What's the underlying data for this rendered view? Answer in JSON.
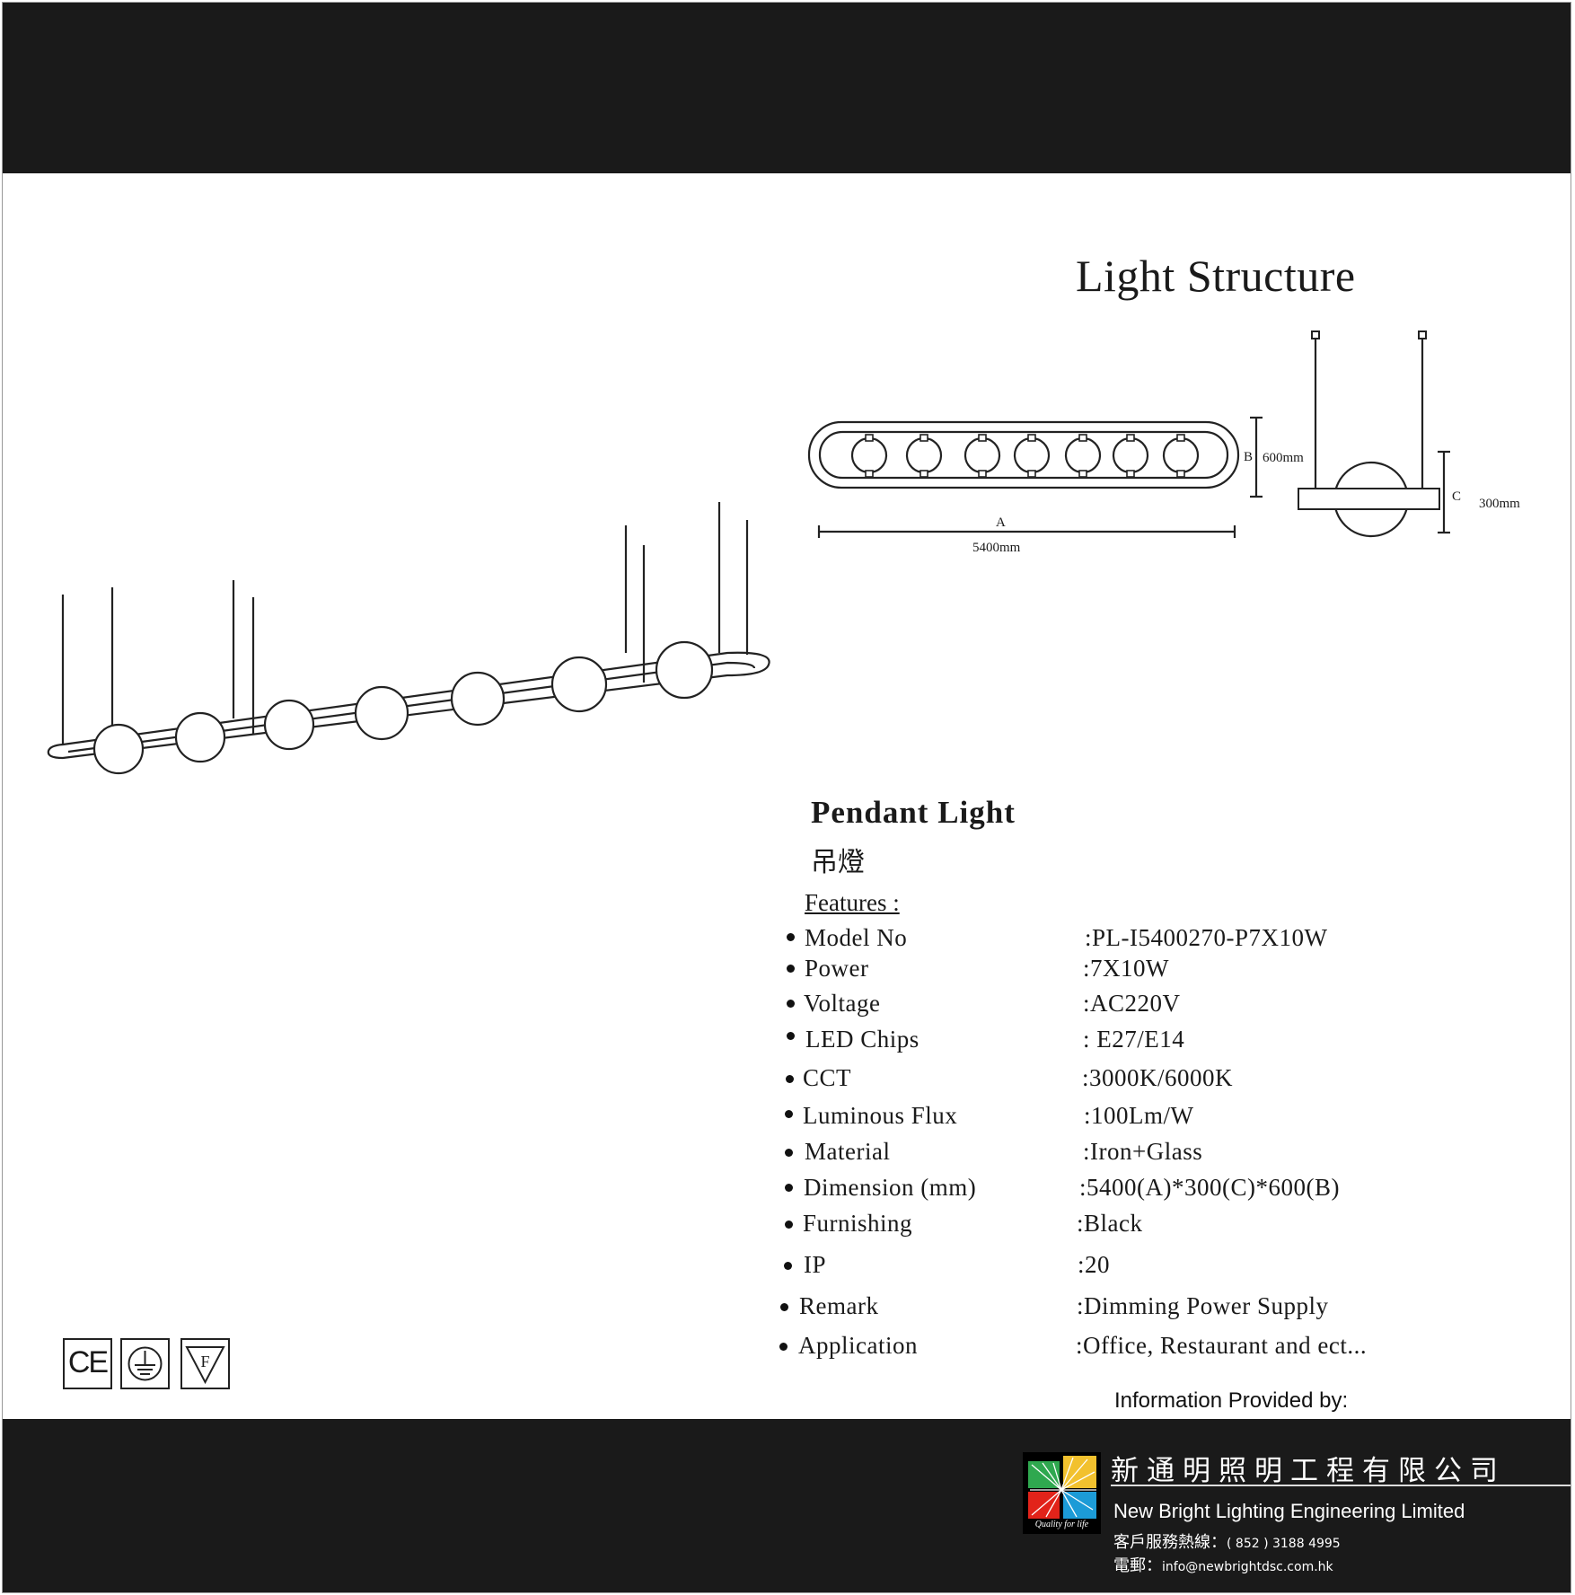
{
  "structure": {
    "title": "Light Structure",
    "dim_a_letter": "A",
    "dim_a_value": "5400mm",
    "dim_b_letter": "B",
    "dim_b_value": "600mm",
    "dim_c_letter": "C",
    "dim_c_value": "300mm"
  },
  "product": {
    "title": "Pendant Light",
    "title_zh": "吊燈",
    "features_heading": "Features :"
  },
  "specs": [
    {
      "label": "Model No",
      "value": ":PL-I5400270-P7X10W"
    },
    {
      "label": "Power",
      "value": ":7X10W"
    },
    {
      "label": "Voltage",
      "value": ":AC220V"
    },
    {
      "label": "LED Chips",
      "value": ": E27/E14"
    },
    {
      "label": "CCT",
      "value": ":3000K/6000K"
    },
    {
      "label": "Luminous Flux",
      "value": ":100Lm/W"
    },
    {
      "label": "Material",
      "value": ":Iron+Glass"
    },
    {
      "label": "Dimension (mm)",
      "value": ":5400(A)*300(C)*600(B)"
    },
    {
      "label": "Furnishing",
      "value": ":Black"
    },
    {
      "label": "IP",
      "value": ":20"
    },
    {
      "label": "Remark",
      "value": ":Dimming Power Supply"
    },
    {
      "label": "Application",
      "value": ":Office, Restaurant and ect..."
    }
  ],
  "certifications": {
    "ce": "CE",
    "f_mark": "F"
  },
  "footer": {
    "info_provided": "Information Provided by:",
    "logo_tagline": "Quality for life",
    "company_zh": "新通明照明工程有限公司",
    "company_en": "New Bright Lighting Engineering Limited",
    "hotline_label": "客戶服務熱線：",
    "hotline_value": "( 852 ) 3188 4995",
    "email_label": "電郵：",
    "email_value": "info@newbrightdsc.com.hk"
  },
  "colors": {
    "band": "#1a1a1a",
    "line": "#222222",
    "logo_green": "#2fa84f",
    "logo_yellow": "#f2c12e",
    "logo_red": "#e2231a",
    "logo_blue": "#1c9bd7"
  }
}
